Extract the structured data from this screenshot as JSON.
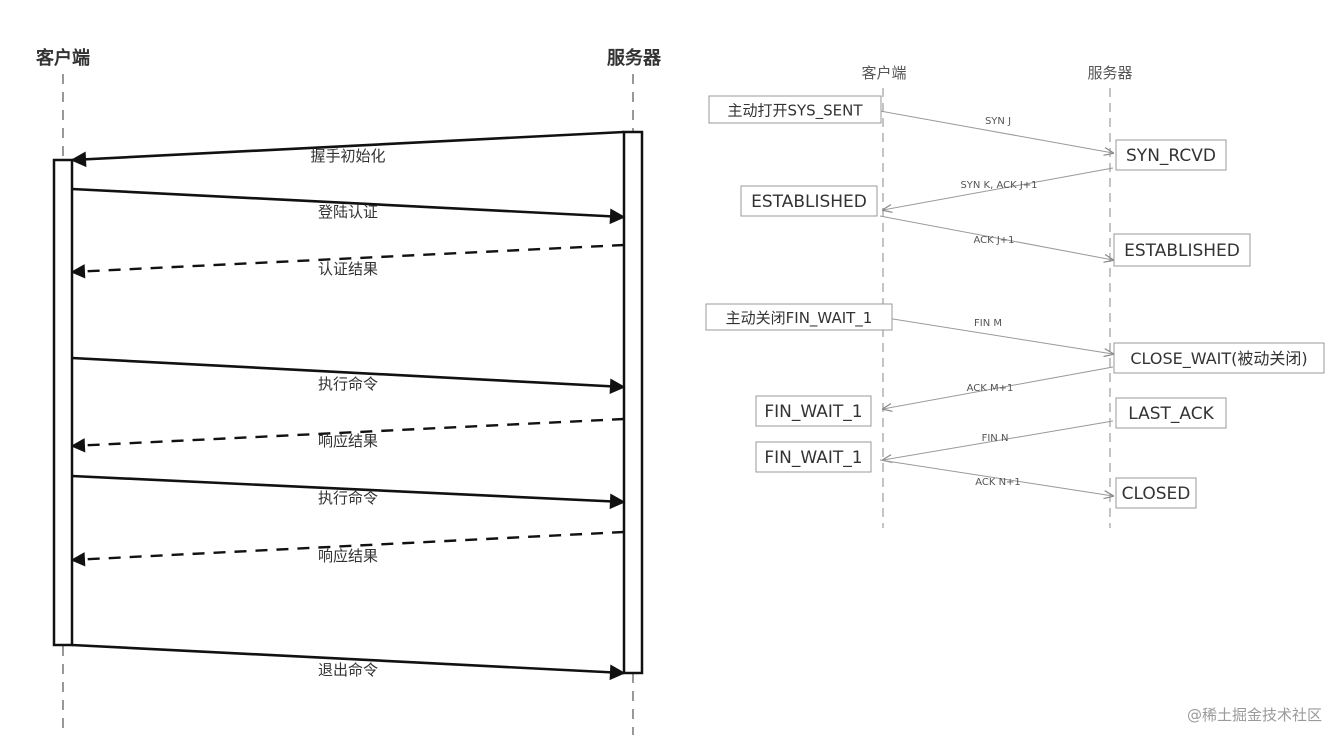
{
  "left": {
    "client": "客户端",
    "server": "服务器",
    "messages": [
      {
        "label": "握手初始化",
        "direction": "to-client",
        "style": "solid"
      },
      {
        "label": "登陆认证",
        "direction": "to-server",
        "style": "solid"
      },
      {
        "label": "认证结果",
        "direction": "to-client",
        "style": "dashed"
      },
      {
        "label": "执行命令",
        "direction": "to-server",
        "style": "solid"
      },
      {
        "label": "响应结果",
        "direction": "to-client",
        "style": "dashed"
      },
      {
        "label": "执行命令",
        "direction": "to-server",
        "style": "solid"
      },
      {
        "label": "响应结果",
        "direction": "to-client",
        "style": "dashed"
      },
      {
        "label": "退出命令",
        "direction": "to-server",
        "style": "solid"
      }
    ]
  },
  "right": {
    "client": "客户端",
    "server": "服务器",
    "client_states": [
      "主动打开SYS_SENT",
      "ESTABLISHED",
      "主动关闭FIN_WAIT_1",
      "FIN_WAIT_1",
      "FIN_WAIT_1"
    ],
    "server_states": [
      "SYN_RCVD",
      "ESTABLISHED",
      "CLOSE_WAIT(被动关闭)",
      "LAST_ACK",
      "CLOSED"
    ],
    "messages": [
      "SYN J",
      "SYN K, ACK J+1",
      "ACK J+1",
      "FIN M",
      "ACK M+1",
      "FIN N",
      "ACK N+1"
    ]
  },
  "watermark": "@稀土掘金技术社区"
}
